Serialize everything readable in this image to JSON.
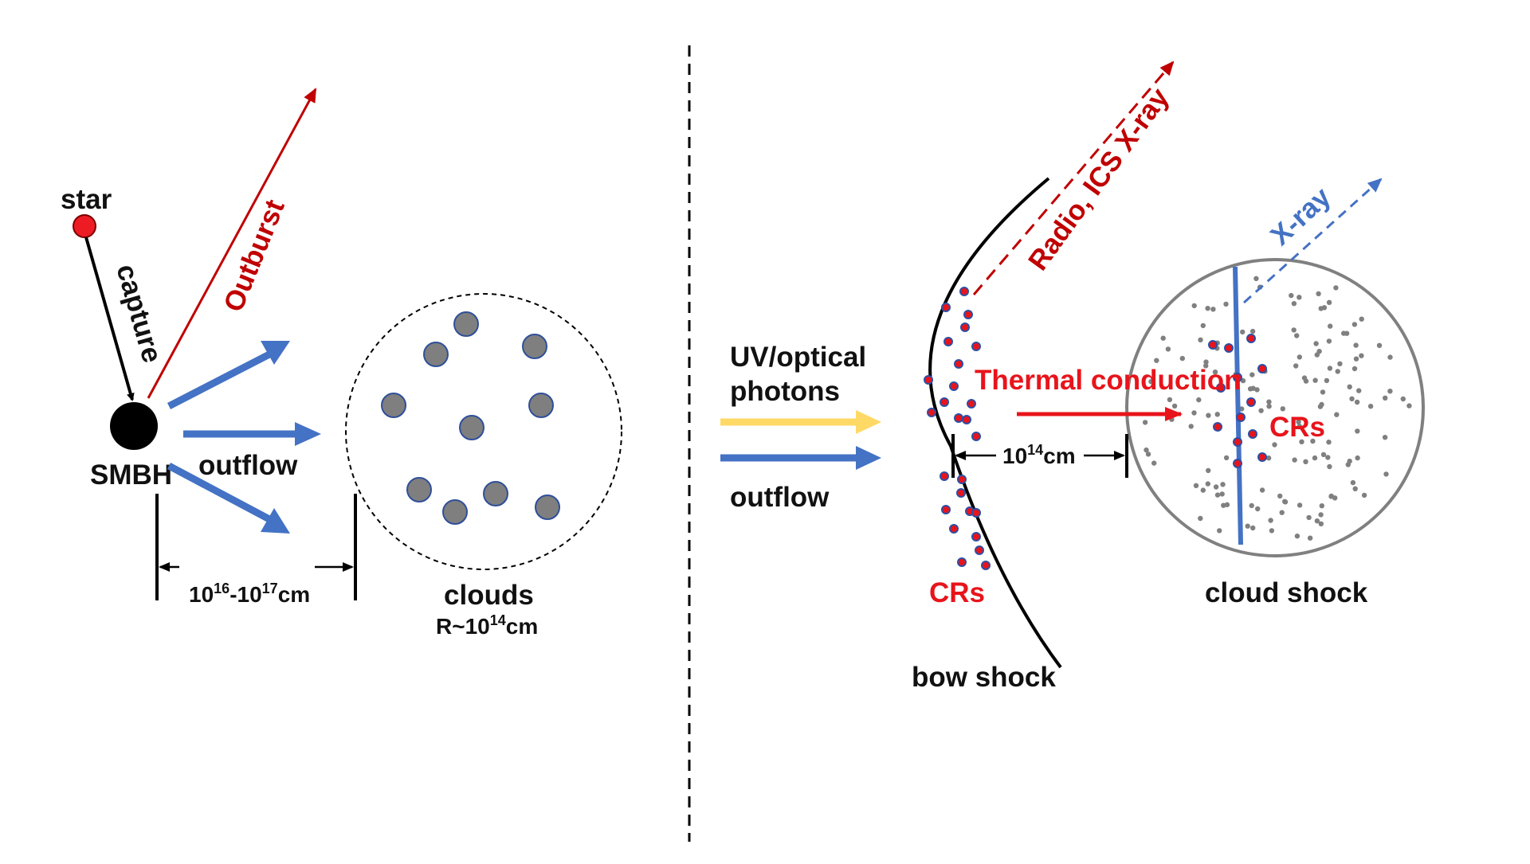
{
  "colors": {
    "outburst_red": "#C00000",
    "bright_red": "#E8141B",
    "outflow_blue": "#4472C4",
    "uv_yellow": "#FFD966",
    "cloud_gray": "#7F7F7F",
    "cloud_edge": "#2F4F9A",
    "cr_dot": "#E8141B",
    "cr_edge": "#2E4FA3",
    "line_black": "#000000"
  },
  "left": {
    "star": "star",
    "capture": "capture",
    "outburst": "Outburst",
    "smbh": "SMBH",
    "outflow": "outflow",
    "distance": {
      "base1": "10",
      "exp1": "16",
      "sep": "-",
      "base2": "10",
      "exp2": "17",
      "unit": "cm"
    },
    "clouds": "clouds",
    "clouds_radius": {
      "prefix": "R~10",
      "exp": "14",
      "unit": "cm"
    }
  },
  "right": {
    "uv_line1": "UV/optical",
    "uv_line2": "photons",
    "outflow": "outflow",
    "radio": "Radio, ICS X-ray",
    "xray": "X-ray",
    "thermal": "Thermal conduction",
    "gap": {
      "base": "10",
      "exp": "14",
      "unit": "cm"
    },
    "crs_bow": "CRs",
    "crs_cloud": "CRs",
    "bow_shock": "bow shock",
    "cloud_shock": "cloud shock"
  }
}
